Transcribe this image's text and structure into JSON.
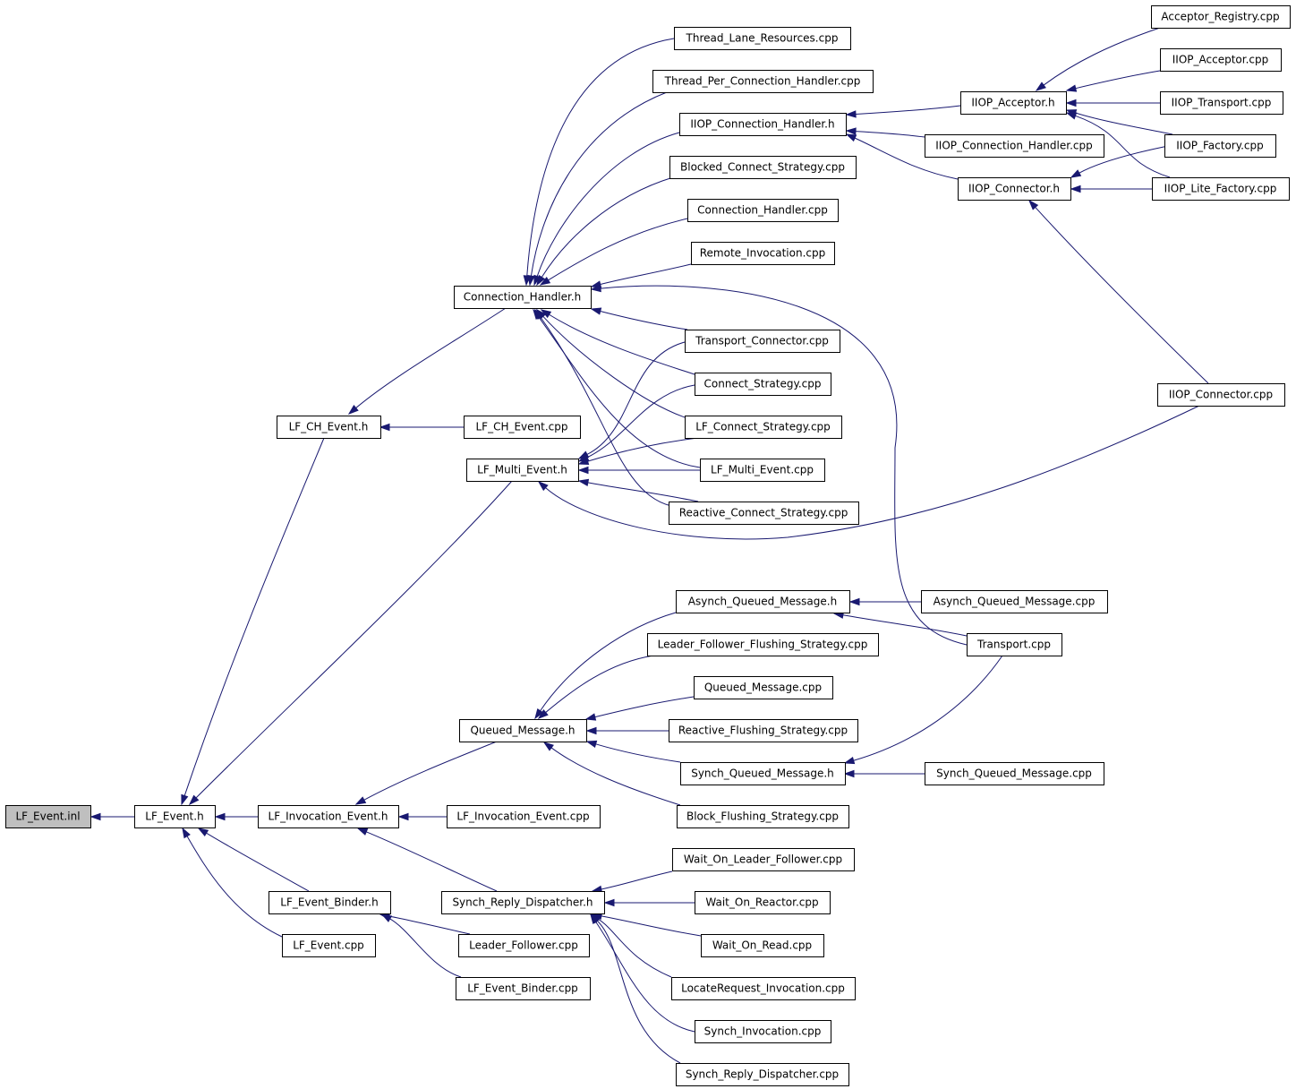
{
  "diagram": {
    "nodes": [
      {
        "id": "lf_event_inl",
        "label": "LF_Event.inl",
        "root": true
      },
      {
        "id": "lf_event_h",
        "label": "LF_Event.h"
      },
      {
        "id": "lf_ch_event_h",
        "label": "LF_CH_Event.h"
      },
      {
        "id": "lf_multi_event_h",
        "label": "LF_Multi_Event.h"
      },
      {
        "id": "lf_invocation_event_h",
        "label": "LF_Invocation_Event.h"
      },
      {
        "id": "lf_event_binder_h",
        "label": "LF_Event_Binder.h"
      },
      {
        "id": "lf_event_cpp",
        "label": "LF_Event.cpp"
      },
      {
        "id": "connection_handler_h",
        "label": "Connection_Handler.h"
      },
      {
        "id": "lf_ch_event_cpp",
        "label": "LF_CH_Event.cpp"
      },
      {
        "id": "queued_message_h",
        "label": "Queued_Message.h"
      },
      {
        "id": "synch_reply_dispatcher_h",
        "label": "Synch_Reply_Dispatcher.h"
      },
      {
        "id": "lf_invocation_event_cpp",
        "label": "LF_Invocation_Event.cpp"
      },
      {
        "id": "leader_follower_cpp",
        "label": "Leader_Follower.cpp"
      },
      {
        "id": "lf_event_binder_cpp",
        "label": "LF_Event_Binder.cpp"
      },
      {
        "id": "thread_lane_resources_cpp",
        "label": "Thread_Lane_Resources.cpp"
      },
      {
        "id": "thread_per_connection_handler_cpp",
        "label": "Thread_Per_Connection_Handler.cpp"
      },
      {
        "id": "iiop_connection_handler_h",
        "label": "IIOP_Connection_Handler.h"
      },
      {
        "id": "blocked_connect_strategy_cpp",
        "label": "Blocked_Connect_Strategy.cpp"
      },
      {
        "id": "connection_handler_cpp",
        "label": "Connection_Handler.cpp"
      },
      {
        "id": "remote_invocation_cpp",
        "label": "Remote_Invocation.cpp"
      },
      {
        "id": "transport_connector_cpp",
        "label": "Transport_Connector.cpp"
      },
      {
        "id": "connect_strategy_cpp",
        "label": "Connect_Strategy.cpp"
      },
      {
        "id": "lf_connect_strategy_cpp",
        "label": "LF_Connect_Strategy.cpp"
      },
      {
        "id": "lf_multi_event_cpp",
        "label": "LF_Multi_Event.cpp"
      },
      {
        "id": "reactive_connect_strategy_cpp",
        "label": "Reactive_Connect_Strategy.cpp"
      },
      {
        "id": "asynch_queued_message_h",
        "label": "Asynch_Queued_Message.h"
      },
      {
        "id": "leader_follower_flushing_strategy_cpp",
        "label": "Leader_Follower_Flushing_Strategy.cpp"
      },
      {
        "id": "queued_message_cpp",
        "label": "Queued_Message.cpp"
      },
      {
        "id": "reactive_flushing_strategy_cpp",
        "label": "Reactive_Flushing_Strategy.cpp"
      },
      {
        "id": "synch_queued_message_h",
        "label": "Synch_Queued_Message.h"
      },
      {
        "id": "block_flushing_strategy_cpp",
        "label": "Block_Flushing_Strategy.cpp"
      },
      {
        "id": "wait_on_leader_follower_cpp",
        "label": "Wait_On_Leader_Follower.cpp"
      },
      {
        "id": "wait_on_reactor_cpp",
        "label": "Wait_On_Reactor.cpp"
      },
      {
        "id": "wait_on_read_cpp",
        "label": "Wait_On_Read.cpp"
      },
      {
        "id": "locaterequest_invocation_cpp",
        "label": "LocateRequest_Invocation.cpp"
      },
      {
        "id": "synch_invocation_cpp",
        "label": "Synch_Invocation.cpp"
      },
      {
        "id": "synch_reply_dispatcher_cpp",
        "label": "Synch_Reply_Dispatcher.cpp"
      },
      {
        "id": "iiop_acceptor_h",
        "label": "IIOP_Acceptor.h"
      },
      {
        "id": "iiop_connection_handler_cpp",
        "label": "IIOP_Connection_Handler.cpp"
      },
      {
        "id": "iiop_connector_h",
        "label": "IIOP_Connector.h"
      },
      {
        "id": "asynch_queued_message_cpp",
        "label": "Asynch_Queued_Message.cpp"
      },
      {
        "id": "transport_cpp",
        "label": "Transport.cpp"
      },
      {
        "id": "synch_queued_message_cpp",
        "label": "Synch_Queued_Message.cpp"
      },
      {
        "id": "acceptor_registry_cpp",
        "label": "Acceptor_Registry.cpp"
      },
      {
        "id": "iiop_acceptor_cpp",
        "label": "IIOP_Acceptor.cpp"
      },
      {
        "id": "iiop_transport_cpp",
        "label": "IIOP_Transport.cpp"
      },
      {
        "id": "iiop_factory_cpp",
        "label": "IIOP_Factory.cpp"
      },
      {
        "id": "iiop_lite_factory_cpp",
        "label": "IIOP_Lite_Factory.cpp"
      },
      {
        "id": "iiop_connector_cpp",
        "label": "IIOP_Connector.cpp"
      }
    ],
    "edges": [
      {
        "from": "lf_event_h",
        "to": "lf_event_inl"
      },
      {
        "from": "lf_ch_event_h",
        "to": "lf_event_h"
      },
      {
        "from": "lf_multi_event_h",
        "to": "lf_event_h"
      },
      {
        "from": "lf_invocation_event_h",
        "to": "lf_event_h"
      },
      {
        "from": "lf_event_binder_h",
        "to": "lf_event_h"
      },
      {
        "from": "lf_event_cpp",
        "to": "lf_event_h"
      },
      {
        "from": "connection_handler_h",
        "to": "lf_ch_event_h"
      },
      {
        "from": "lf_ch_event_cpp",
        "to": "lf_ch_event_h"
      },
      {
        "from": "thread_lane_resources_cpp",
        "to": "connection_handler_h"
      },
      {
        "from": "thread_per_connection_handler_cpp",
        "to": "connection_handler_h"
      },
      {
        "from": "iiop_connection_handler_h",
        "to": "connection_handler_h"
      },
      {
        "from": "blocked_connect_strategy_cpp",
        "to": "connection_handler_h"
      },
      {
        "from": "connection_handler_cpp",
        "to": "connection_handler_h"
      },
      {
        "from": "remote_invocation_cpp",
        "to": "connection_handler_h"
      },
      {
        "from": "transport_connector_cpp",
        "to": "connection_handler_h"
      },
      {
        "from": "connect_strategy_cpp",
        "to": "connection_handler_h"
      },
      {
        "from": "lf_connect_strategy_cpp",
        "to": "connection_handler_h"
      },
      {
        "from": "lf_multi_event_cpp",
        "to": "connection_handler_h"
      },
      {
        "from": "reactive_connect_strategy_cpp",
        "to": "connection_handler_h"
      },
      {
        "from": "transport_cpp",
        "to": "connection_handler_h"
      },
      {
        "from": "transport_connector_cpp",
        "to": "lf_multi_event_h"
      },
      {
        "from": "connect_strategy_cpp",
        "to": "lf_multi_event_h"
      },
      {
        "from": "lf_connect_strategy_cpp",
        "to": "lf_multi_event_h"
      },
      {
        "from": "lf_multi_event_cpp",
        "to": "lf_multi_event_h"
      },
      {
        "from": "reactive_connect_strategy_cpp",
        "to": "lf_multi_event_h"
      },
      {
        "from": "iiop_connector_cpp",
        "to": "lf_multi_event_h"
      },
      {
        "from": "iiop_acceptor_h",
        "to": "iiop_connection_handler_h"
      },
      {
        "from": "iiop_connection_handler_cpp",
        "to": "iiop_connection_handler_h"
      },
      {
        "from": "iiop_connector_h",
        "to": "iiop_connection_handler_h"
      },
      {
        "from": "acceptor_registry_cpp",
        "to": "iiop_acceptor_h"
      },
      {
        "from": "iiop_acceptor_cpp",
        "to": "iiop_acceptor_h"
      },
      {
        "from": "iiop_transport_cpp",
        "to": "iiop_acceptor_h"
      },
      {
        "from": "iiop_factory_cpp",
        "to": "iiop_acceptor_h"
      },
      {
        "from": "iiop_lite_factory_cpp",
        "to": "iiop_acceptor_h"
      },
      {
        "from": "iiop_factory_cpp",
        "to": "iiop_connector_h"
      },
      {
        "from": "iiop_lite_factory_cpp",
        "to": "iiop_connector_h"
      },
      {
        "from": "iiop_connector_cpp",
        "to": "iiop_connector_h"
      },
      {
        "from": "queued_message_h",
        "to": "lf_invocation_event_h"
      },
      {
        "from": "synch_reply_dispatcher_h",
        "to": "lf_invocation_event_h"
      },
      {
        "from": "lf_invocation_event_cpp",
        "to": "lf_invocation_event_h"
      },
      {
        "from": "asynch_queued_message_h",
        "to": "queued_message_h"
      },
      {
        "from": "leader_follower_flushing_strategy_cpp",
        "to": "queued_message_h"
      },
      {
        "from": "queued_message_cpp",
        "to": "queued_message_h"
      },
      {
        "from": "reactive_flushing_strategy_cpp",
        "to": "queued_message_h"
      },
      {
        "from": "synch_queued_message_h",
        "to": "queued_message_h"
      },
      {
        "from": "block_flushing_strategy_cpp",
        "to": "queued_message_h"
      },
      {
        "from": "asynch_queued_message_cpp",
        "to": "asynch_queued_message_h"
      },
      {
        "from": "transport_cpp",
        "to": "asynch_queued_message_h"
      },
      {
        "from": "transport_cpp",
        "to": "synch_queued_message_h"
      },
      {
        "from": "synch_queued_message_cpp",
        "to": "synch_queued_message_h"
      },
      {
        "from": "wait_on_leader_follower_cpp",
        "to": "synch_reply_dispatcher_h"
      },
      {
        "from": "wait_on_reactor_cpp",
        "to": "synch_reply_dispatcher_h"
      },
      {
        "from": "wait_on_read_cpp",
        "to": "synch_reply_dispatcher_h"
      },
      {
        "from": "locaterequest_invocation_cpp",
        "to": "synch_reply_dispatcher_h"
      },
      {
        "from": "synch_invocation_cpp",
        "to": "synch_reply_dispatcher_h"
      },
      {
        "from": "synch_reply_dispatcher_cpp",
        "to": "synch_reply_dispatcher_h"
      },
      {
        "from": "leader_follower_cpp",
        "to": "lf_event_binder_h"
      },
      {
        "from": "lf_event_binder_cpp",
        "to": "lf_event_binder_h"
      }
    ]
  }
}
